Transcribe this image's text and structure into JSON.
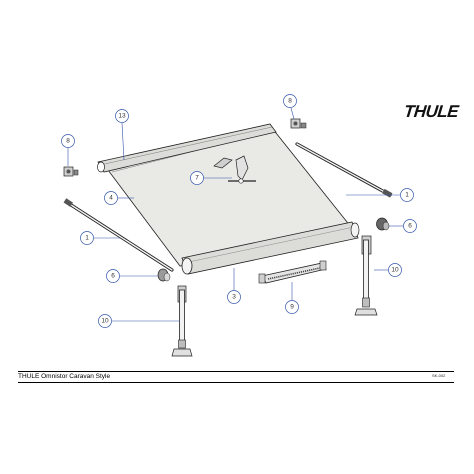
{
  "brand": {
    "logo_text": "THULE"
  },
  "caption": {
    "title": "THULE Omnistor Caravan Style",
    "ref_code": "SK-002"
  },
  "colors": {
    "outline": "#222222",
    "callout": "#3355aa",
    "fabric": "#e9e9e6",
    "bar": "#dcdcd8"
  },
  "callouts": {
    "c13": "13",
    "c8a": "8",
    "c8b": "8",
    "c7": "7",
    "c4": "4",
    "c1a": "1",
    "c1b": "1",
    "c6a": "6",
    "c6b": "6",
    "c3": "3",
    "c9": "9",
    "c10a": "10",
    "c10b": "10"
  }
}
